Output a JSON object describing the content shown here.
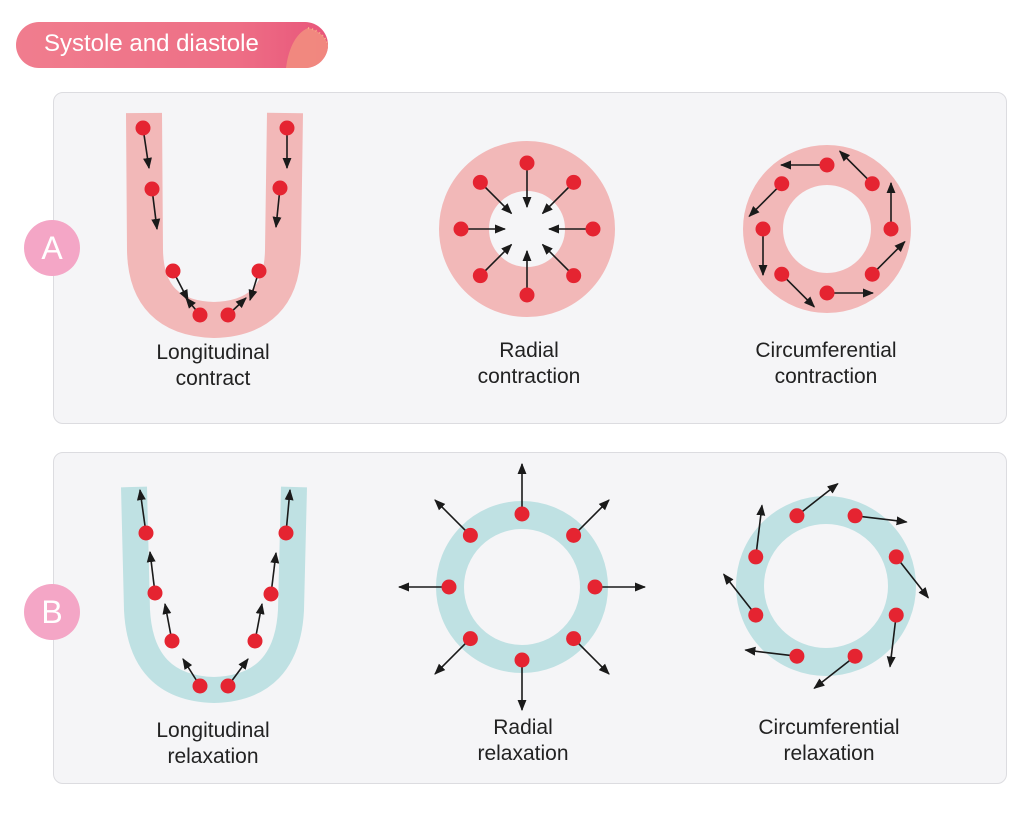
{
  "title": "Systole and diastole",
  "colors": {
    "contraction_wall": "#f2b8b8",
    "relaxation_wall": "#bfe1e3",
    "dot": "#e52431",
    "arrow": "#1a1a1a",
    "badge": "#f4a6c6",
    "title_pill": "#ee6f86"
  },
  "rows": [
    {
      "badge": "A",
      "items": [
        {
          "line1": "Longitudinal",
          "line2": "contract"
        },
        {
          "line1": "Radial",
          "line2": "contraction"
        },
        {
          "line1": "Circumferential",
          "line2": "contraction"
        }
      ]
    },
    {
      "badge": "B",
      "items": [
        {
          "line1": "Longitudinal",
          "line2": "relaxation"
        },
        {
          "line1": "Radial",
          "line2": "relaxation"
        },
        {
          "line1": "Circumferential",
          "line2": "relaxation"
        }
      ]
    }
  ]
}
